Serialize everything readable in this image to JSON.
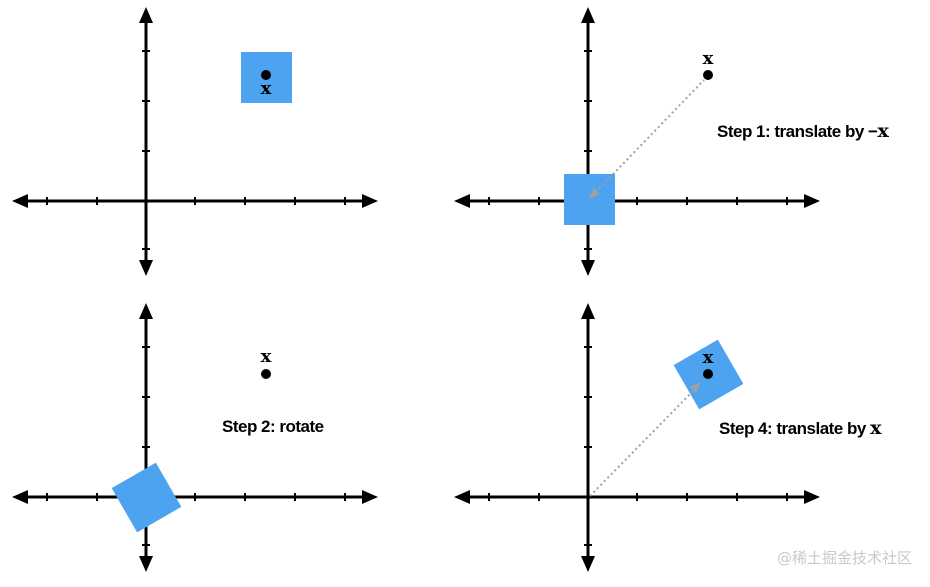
{
  "point_label": "x",
  "colors": {
    "square": "#4da3f0",
    "axis": "#000000",
    "dotted_path": "#a0a0a0"
  },
  "panels": [
    {
      "name": "original",
      "step_label": "",
      "step_var": ""
    },
    {
      "name": "step-1",
      "step_label": "Step 1: translate by −",
      "step_var": "x"
    },
    {
      "name": "step-2",
      "step_label": "Step 2: rotate",
      "step_var": ""
    },
    {
      "name": "step-4",
      "step_label": "Step 4: translate by ",
      "step_var": "x"
    }
  ],
  "watermark": "@稀土掘金技术社区"
}
